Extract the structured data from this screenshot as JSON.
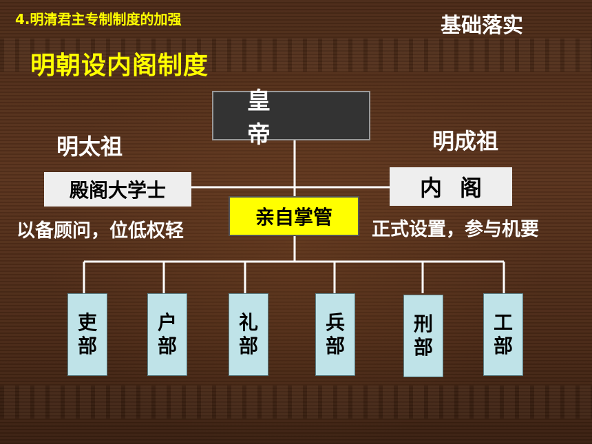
{
  "header": {
    "subtitle": "4.明清君主专制制度的加强",
    "corner_label": "基础落实",
    "title": "明朝设内阁制度"
  },
  "diagram": {
    "emperor": "皇　帝",
    "left_ruler": "明太祖",
    "right_ruler": "明成祖",
    "left_box": "殿阁大学士",
    "right_box": "内阁",
    "center_box": "亲自掌管",
    "left_desc": "以备顾问，位低权轻",
    "right_desc": "正式设置，参与机要",
    "departments": [
      {
        "top": "吏",
        "bottom": "部"
      },
      {
        "top": "户",
        "bottom": "部"
      },
      {
        "top": "礼",
        "bottom": "部"
      },
      {
        "top": "兵",
        "bottom": "部"
      },
      {
        "top": "刑",
        "bottom": "部"
      },
      {
        "top": "工",
        "bottom": "部"
      }
    ]
  },
  "colors": {
    "highlight_text": "#ffff00",
    "center_box_fill": "#ffff00",
    "department_fill": "#bfe3e8",
    "emperor_fill": "#333333"
  }
}
